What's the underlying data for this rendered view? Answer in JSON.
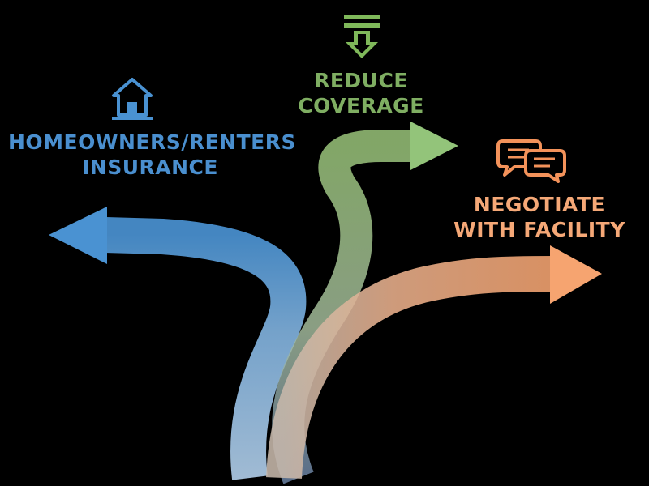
{
  "options": {
    "left": {
      "lines": [
        "HOMEOWNERS/RENTERS",
        "INSURANCE"
      ],
      "color": "#4a8fcf",
      "icon": "house-icon"
    },
    "top": {
      "lines": [
        "REDUCE",
        "COVERAGE"
      ],
      "color": "#7fae62",
      "icon": "download-arrow-icon"
    },
    "right": {
      "lines": [
        "NEGOTIATE",
        "WITH FACILITY"
      ],
      "color": "#f5a877",
      "icon": "chat-bubbles-icon"
    }
  }
}
